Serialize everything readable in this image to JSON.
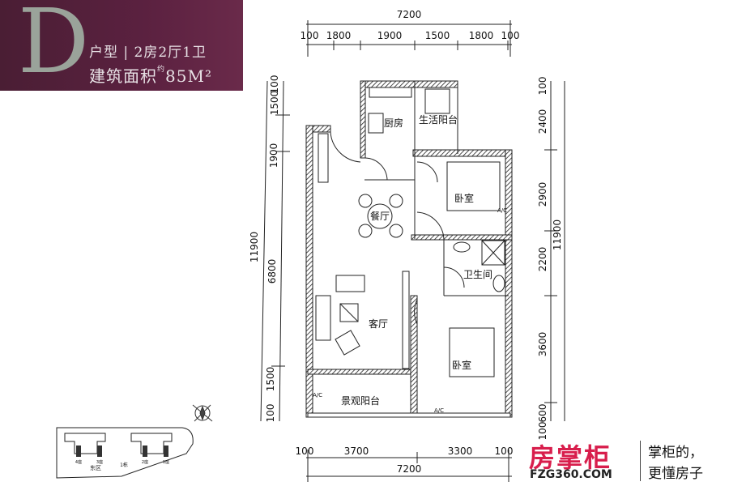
{
  "header": {
    "unit_letter": "D",
    "unit_type_label": "户型",
    "unit_type_value": "2房2厅1卫",
    "area_label": "建筑面积",
    "area_prefix": "约",
    "area_value": "85M²"
  },
  "dimensions": {
    "top_total": "7200",
    "top_parts": [
      "100",
      "1800",
      "1900",
      "1500",
      "1800",
      "100"
    ],
    "bottom_total": "7200",
    "bottom_parts": [
      "100",
      "3700",
      "3300",
      "100"
    ],
    "left_total": "11900",
    "left_parts": [
      "100",
      "1500",
      "1900",
      "6800",
      "1500",
      "100"
    ],
    "right_total": "11900",
    "right_parts": [
      "100",
      "2400",
      "2900",
      "2200",
      "3600",
      "600",
      "100"
    ]
  },
  "rooms": {
    "kitchen": "厨房",
    "utility_balcony": "生活阳台",
    "bedroom1": "卧室",
    "dining": "餐厅",
    "bathroom": "卫生间",
    "living": "客厅",
    "bedroom2": "卧室",
    "view_balcony": "景观阳台",
    "ac1": "A/C",
    "ac2": "A/C",
    "ac3": "A/C"
  },
  "site_plan": {
    "buildings": [
      "4座",
      "3座",
      "2座",
      "1座"
    ],
    "zone": "东区",
    "block": "1栋"
  },
  "logo": {
    "brand": "房掌柜",
    "url": "FZG360.COM",
    "slogan_line1": "掌柜的，",
    "slogan_line2": "更懂房子"
  }
}
